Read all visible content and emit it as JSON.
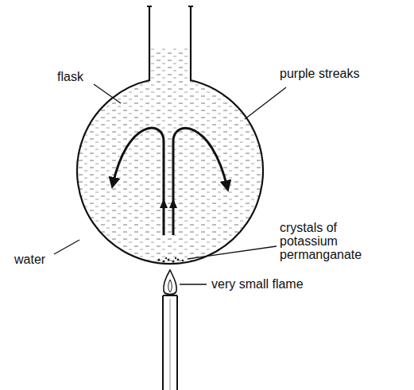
{
  "diagram": {
    "labels": [
      "flask",
      "purple streaks",
      "water",
      "crystals of potassium permanganate",
      "very small flame"
    ]
  }
}
